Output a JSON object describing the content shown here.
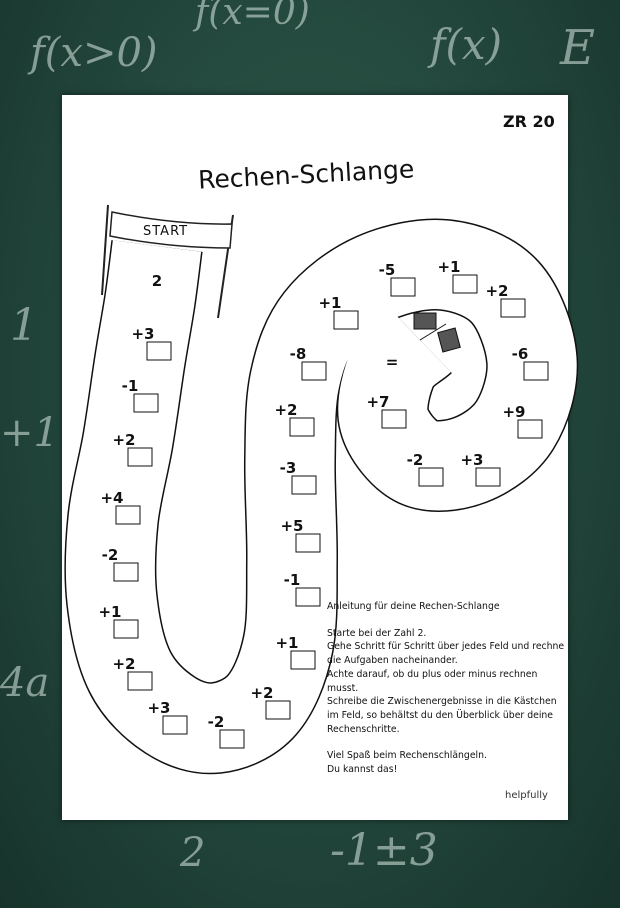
{
  "background": {
    "chalk_formulas": [
      "f(x>0)",
      "f(x=0)",
      "f(x)",
      "E",
      "1",
      "+1",
      "4a",
      "2",
      "-1±3"
    ]
  },
  "worksheet": {
    "level": "ZR 20",
    "title": "Rechen-Schlange",
    "start_label": "START",
    "fields": [
      "2",
      "+3",
      "-1",
      "+2",
      "+4",
      "-2",
      "+1",
      "+2",
      "+3",
      "-2",
      "+2",
      "+1",
      "-1",
      "+5",
      "-3",
      "+2",
      "-8",
      "+1",
      "-5",
      "+1",
      "+2",
      "-6",
      "+9",
      "+3",
      "-2",
      "+7",
      "="
    ],
    "finish_icon": "checkered-flags-icon",
    "instructions": {
      "heading": "Anleitung für deine Rechen-Schlange",
      "lines": [
        "Starte bei der Zahl 2.",
        "Gehe Schritt für Schritt über jedes Feld und rechne die Aufgaben nacheinander.",
        "Achte darauf, ob du plus oder minus rechnen musst.",
        "Schreibe die Zwischenergebnisse in die Kästchen im Feld, so behältst du den Überblick über deine Rechenschritte."
      ],
      "closing": [
        "Viel Spaß beim Rechenschlängeln.",
        "Du kannst das!"
      ]
    },
    "brand": "helpfully"
  }
}
